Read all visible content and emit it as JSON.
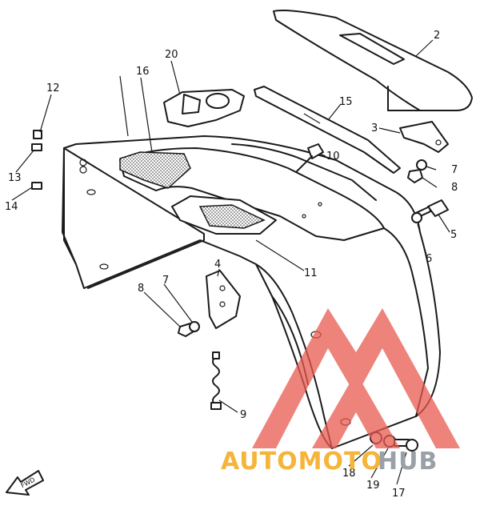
{
  "callouts": [
    "2",
    "3",
    "7",
    "8",
    "5",
    "6",
    "15",
    "10",
    "11",
    "20",
    "16",
    "12",
    "13",
    "14",
    "4",
    "8",
    "7",
    "9",
    "18",
    "19",
    "17"
  ],
  "fwd_label": "FWD",
  "watermark": {
    "part1": "AUTOMOTO",
    "part2": "HUB",
    "color1": "#f5b43a",
    "color2": "#9aa0a8",
    "logo_color": "#e85a4f"
  }
}
